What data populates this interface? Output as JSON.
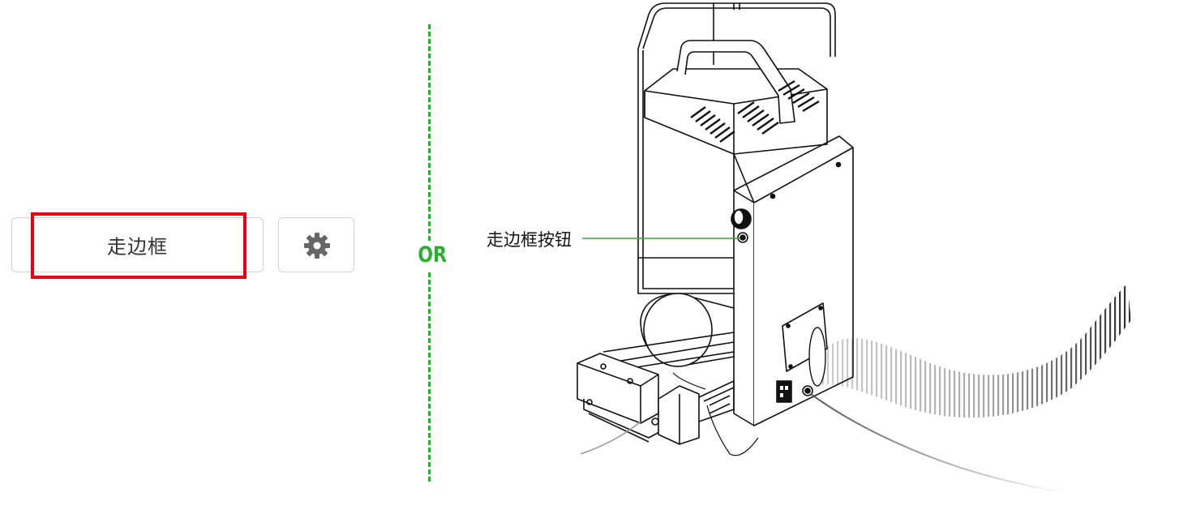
{
  "frame_button": {
    "label": "走边框"
  },
  "separator": {
    "label": "OR"
  },
  "diagram": {
    "callout": "走边框按钮"
  },
  "colors": {
    "highlight": "#e60012",
    "divider": "#2eac34",
    "callout_line": "#2eac34"
  },
  "icons": {
    "settings": "gear-icon"
  }
}
